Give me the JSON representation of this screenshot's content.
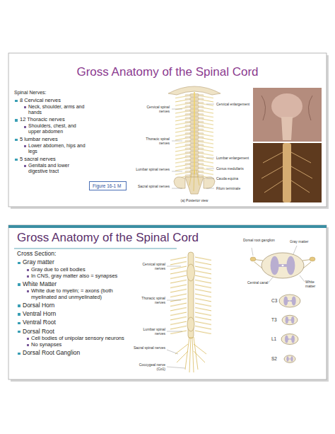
{
  "diagram": {
    "nodes": [
      {
        "text": [
          "Gross Anatomy of the Spinal Cord",
          "Spinal Nerves:",
          "8 Cervical nerves",
          "Neck, shoulder, arms and hands",
          "12 Thoracic nerves",
          "Shoulders, chest, and upper abdomen",
          "5 lumbar nerves",
          "Lower abdomen, hips and legs",
          "5 sacral nerves",
          "Genitals and lower digestive tract"
        ]
      },
      {
        "text": [
          "Figure 16-1 M"
        ],
        "in": 0
      },
      {
        "text": [
          "Gross Anatomy of the Spinal Cord",
          "Cross Section:",
          "Gray matter",
          "Gray due to cell bodies",
          "In CNS, gray matter also = synapses",
          "White Matter",
          "White due to myelin; = axons (both myelinated and unmyelinated)",
          "Dorsal Horn",
          "Ventral Horn",
          "Ventral Root",
          "Dorsal Root",
          "Cell bodies of unipolar sensory neurons",
          "No synapses",
          "Dorsal Root Ganglion"
        ]
      }
    ],
    "labels": [
      "Cervical spinal nerves",
      "Thoracic spinal nerves",
      "Lumbar spinal nerves",
      "Sacral spinal nerves",
      "Cervical enlargement",
      "Lumbar enlargement",
      "Conus medullaris",
      "Cauda equina",
      "Filum terminale",
      "(a) Posterior view",
      "Cervical spinal nerves",
      "Thoracic spinal nerves",
      "Lumbar spinal nerves",
      "Sacral spinal nerves",
      "Coccygeal nerve (Co1)",
      "Dorsal root ganglion",
      "Gray matter",
      "White matter",
      "Central canal",
      "C3",
      "T3",
      "L1",
      "S2"
    ]
  }
}
